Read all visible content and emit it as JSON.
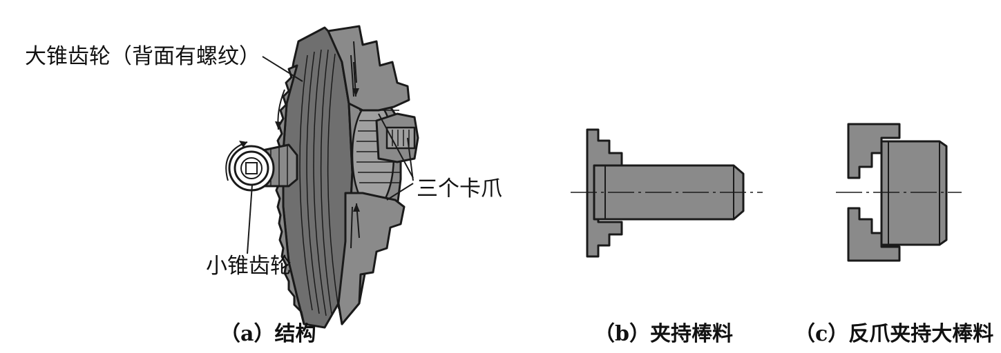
{
  "labels": {
    "large_bevel_gear": "大锥齿轮（背面有螺纹）",
    "three_jaws": "三个卡爪",
    "small_bevel_gear": "小锥齿轮"
  },
  "captions": {
    "a": "（a）结构",
    "b": "（b）夹持棒料",
    "c": "（c）反爪夹持大棒料"
  }
}
